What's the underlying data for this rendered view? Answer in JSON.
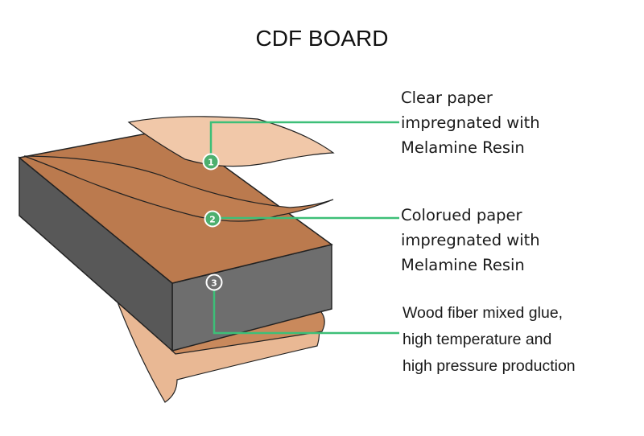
{
  "title": "CDF BOARD",
  "layers": [
    {
      "number": "1",
      "lines": [
        "Clear paper",
        "impregnated with",
        "Melamine Resin"
      ]
    },
    {
      "number": "2",
      "lines": [
        "Colorued paper",
        "impregnated with",
        "Melamine Resin"
      ]
    },
    {
      "number": "3",
      "lines": [
        "Wood fiber mixed glue,",
        "high temperature and",
        "high pressure production"
      ]
    }
  ],
  "colors": {
    "leader": "#3dbf78",
    "board_front": "#6e6e6e",
    "board_side": "#5a5a5a",
    "board_top": "#bb7a4e",
    "paper_clear": "#f1c8a9",
    "paper_colored": "#c07e51",
    "back_sheet": "#c9895c"
  }
}
